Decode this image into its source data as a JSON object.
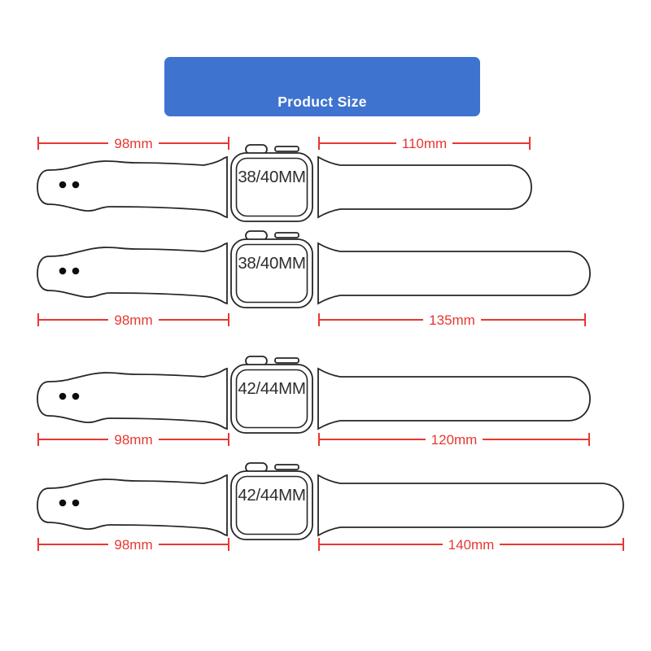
{
  "banner": {
    "label": "Product Size",
    "bg_color": "#3e73d0",
    "text_color": "#ffffff"
  },
  "colors": {
    "dimension_red": "#e83730",
    "band_outline": "#262626",
    "watch_label": "#2e2e2e"
  },
  "rows": [
    {
      "watch_label": "38/40MM",
      "left_dim_label": "98mm",
      "right_dim_label": "110mm"
    },
    {
      "watch_label": "38/40MM",
      "left_dim_label": "98mm",
      "right_dim_label": "135mm"
    },
    {
      "watch_label": "42/44MM",
      "left_dim_label": "98mm",
      "right_dim_label": "120mm"
    },
    {
      "watch_label": "42/44MM",
      "left_dim_label": "98mm",
      "right_dim_label": "140mm"
    }
  ]
}
